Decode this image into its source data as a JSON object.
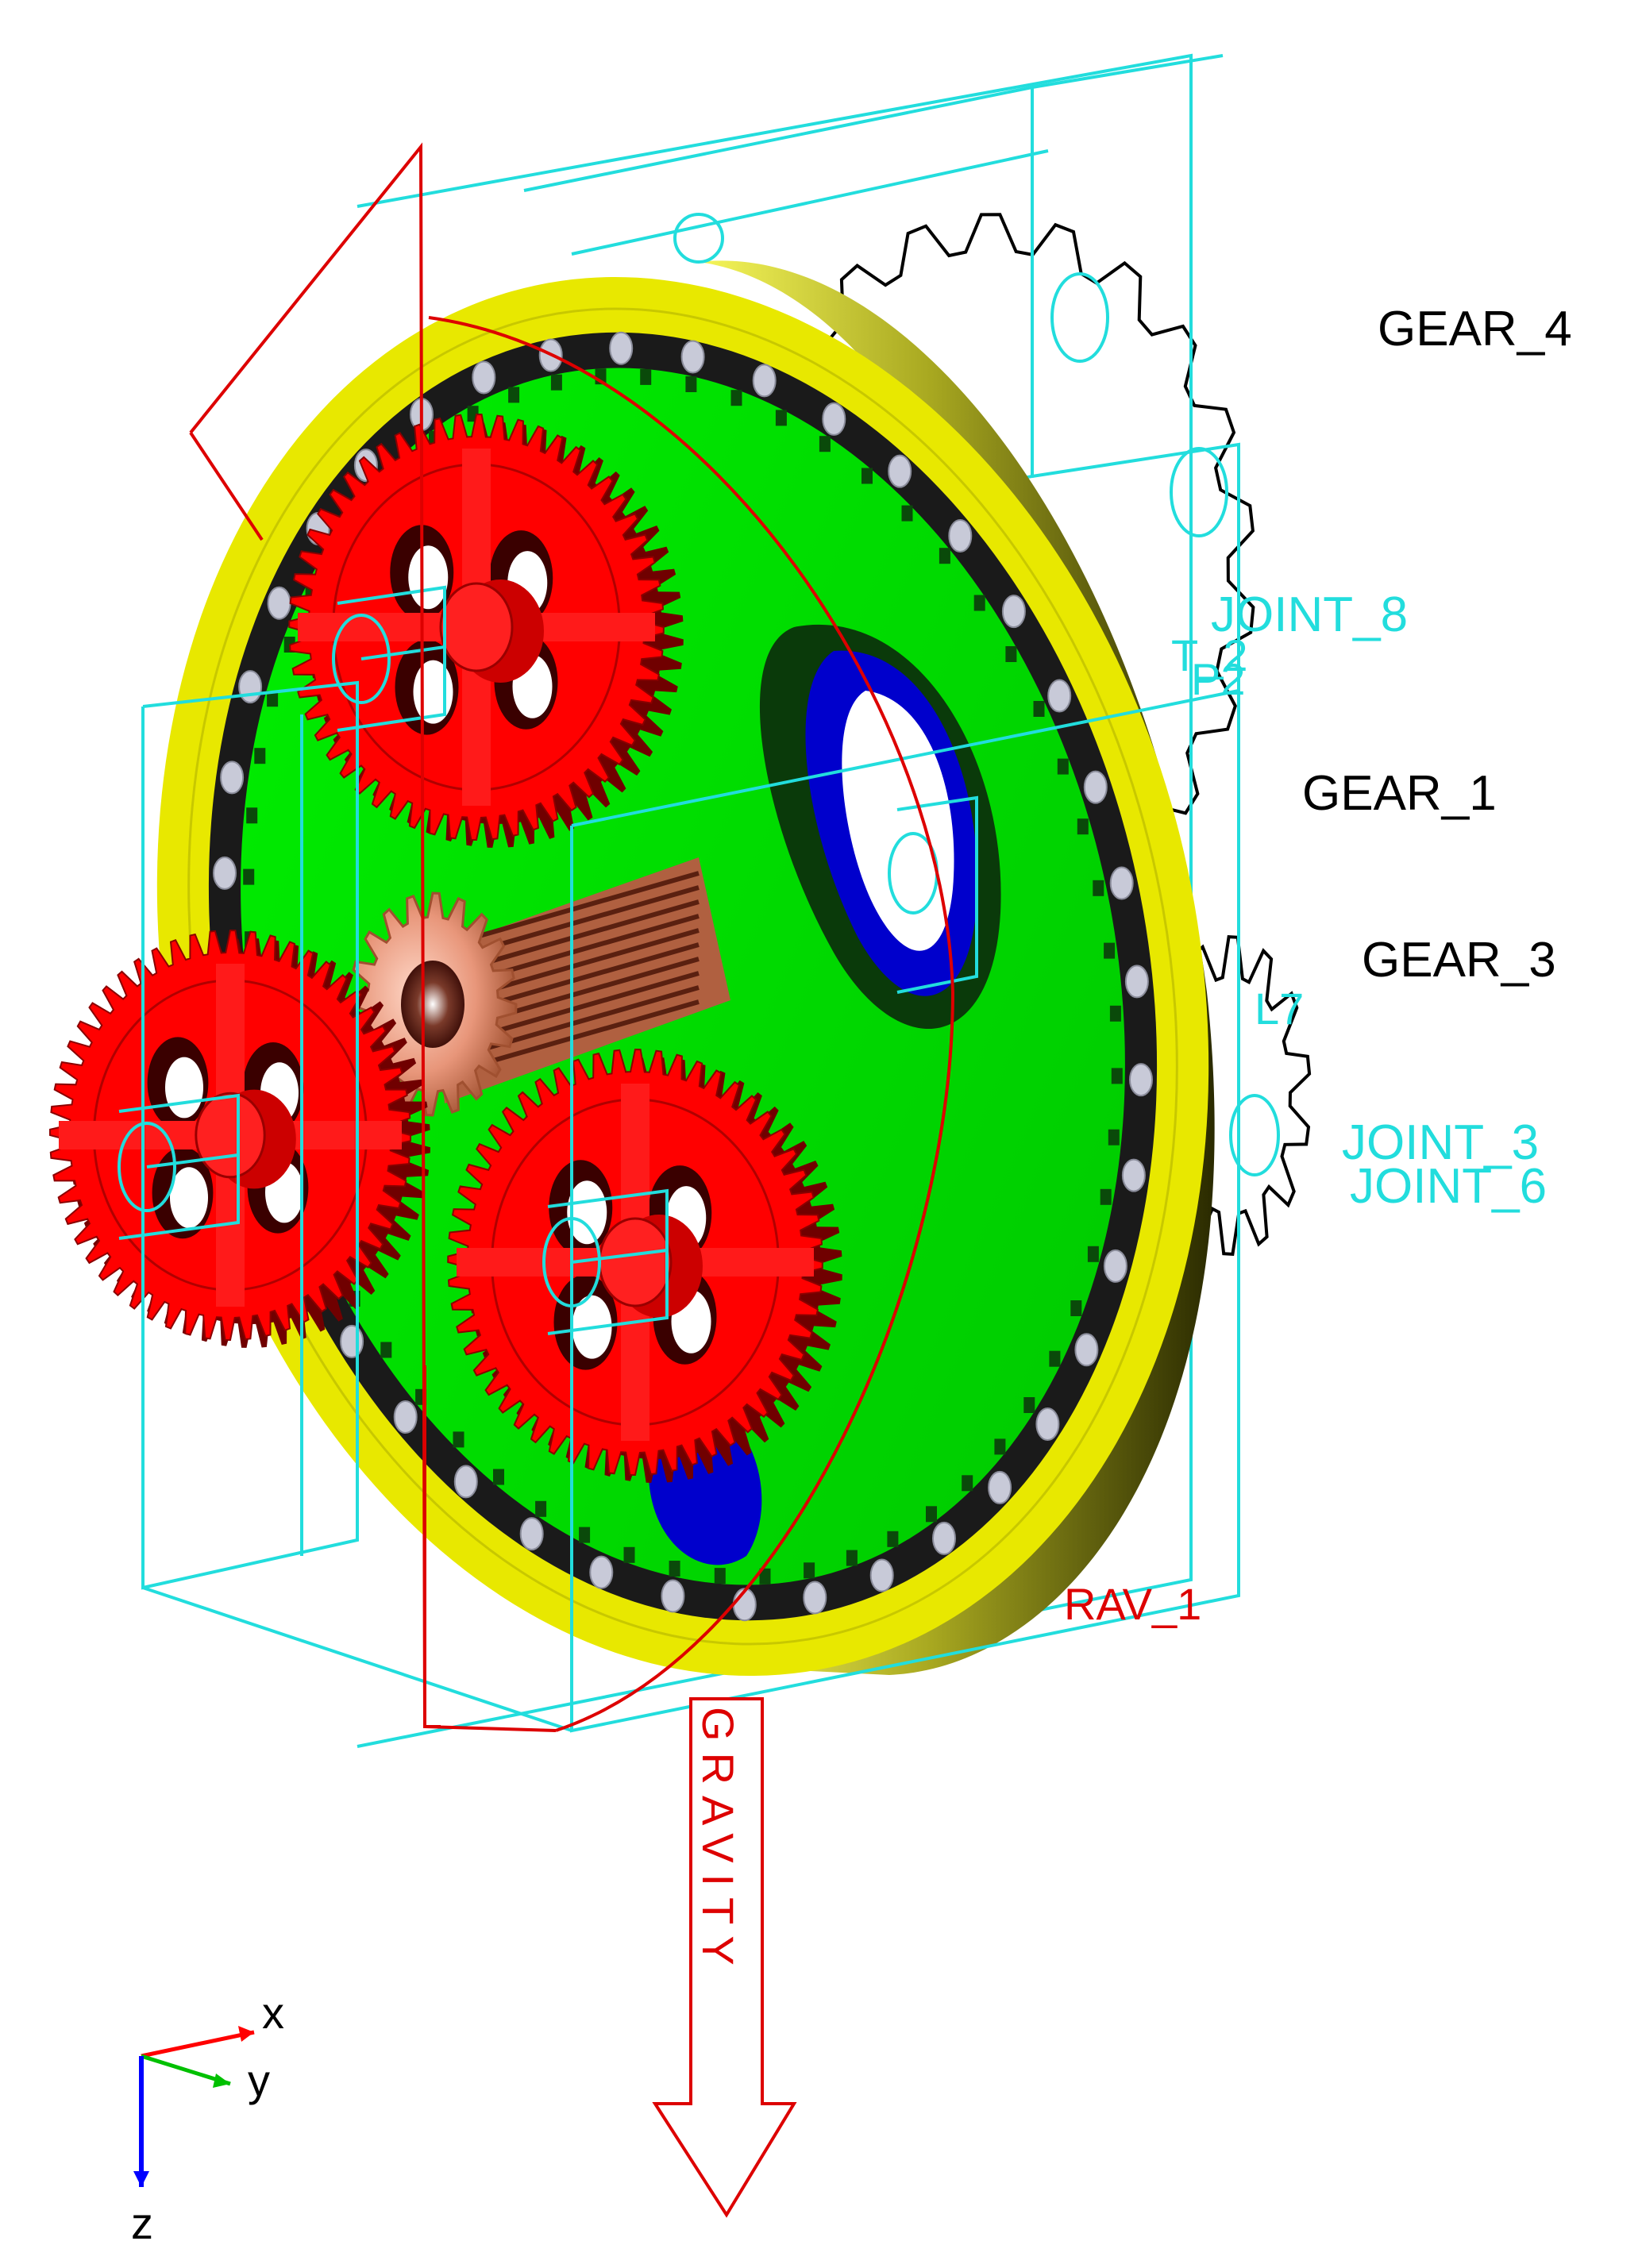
{
  "viewport": {
    "labels": {
      "gear_4": "GEAR_4",
      "gear_1": "GEAR_1",
      "gear_3": "GEAR_3",
      "joint_8": "JOINT_8",
      "joint_3": "JOINT_3",
      "joint_6": "JOINT_6",
      "joint_t2": "T_2",
      "joint_p2": "P2",
      "joint_l7": "L7",
      "grav_marker": "RAV_1",
      "gravity": "GRAVITY"
    },
    "triad": {
      "x": "x",
      "y": "y",
      "z": "z"
    }
  },
  "colors": {
    "ring_gear": "#e8e800",
    "ring_shadow": "#4a4a00",
    "carrier": "#00ee00",
    "planet_gear": "#ff0000",
    "sun_gear": "#e8967a",
    "hidden_blue": "#0000cc",
    "joint_wire": "#22dddd",
    "gravity_red": "#dd0000",
    "outline_black": "#000000",
    "bolt_grey": "#c8cad8",
    "triad_x": "#ff0000",
    "triad_y": "#00c000",
    "triad_z": "#0000ff"
  }
}
